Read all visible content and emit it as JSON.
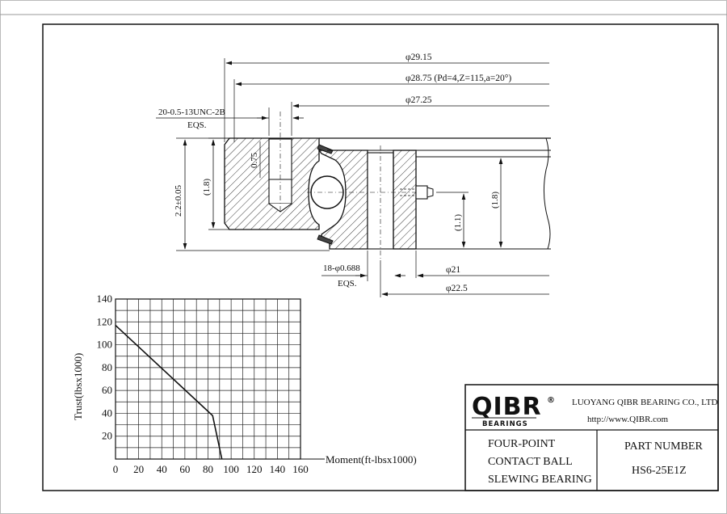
{
  "dimensions": {
    "d_outer": "φ29.15",
    "d_pitch": "φ28.75 (Pd=4,Z=115,a=20°)",
    "d_bolt_outer": "φ27.25",
    "thread": "20-0.5-13UNC-2B",
    "thread_eqs": "EQS.",
    "depth": "0.75",
    "height_total": "2.2±0.05",
    "height_outer": "(1.8)",
    "height_inner": "(1.8)",
    "height_race": "(1.1)",
    "holes": "18-φ0.688",
    "holes_eqs": "EQS.",
    "d_inner": "φ21",
    "d_bolt_inner": "φ22.5"
  },
  "chart_data": {
    "type": "line",
    "ylabel": "Trust(lbsx1000)",
    "xlabel": "Moment(ft-lbsx1000)",
    "x_ticks": [
      "0",
      "20",
      "40",
      "60",
      "80",
      "100",
      "120",
      "140",
      "160"
    ],
    "y_ticks": [
      "20",
      "40",
      "60",
      "80",
      "100",
      "120",
      "140"
    ],
    "xlim": [
      0,
      160
    ],
    "ylim": [
      0,
      140
    ],
    "grid": true,
    "series": [
      {
        "x": [
          0,
          84,
          92
        ],
        "y": [
          117,
          38,
          0
        ]
      }
    ]
  },
  "title_block": {
    "logo_text": "QIBR",
    "logo_sub": "BEARINGS",
    "logo_mark": "®",
    "company": "LUOYANG QIBR BEARING CO., LTD",
    "website": "http://www.QIBR.com",
    "desc_1": "FOUR-POINT",
    "desc_2": "CONTACT BALL",
    "desc_3": "SLEWING BEARING",
    "part_label": "PART NUMBER",
    "part_number": "HS6-25E1Z"
  }
}
